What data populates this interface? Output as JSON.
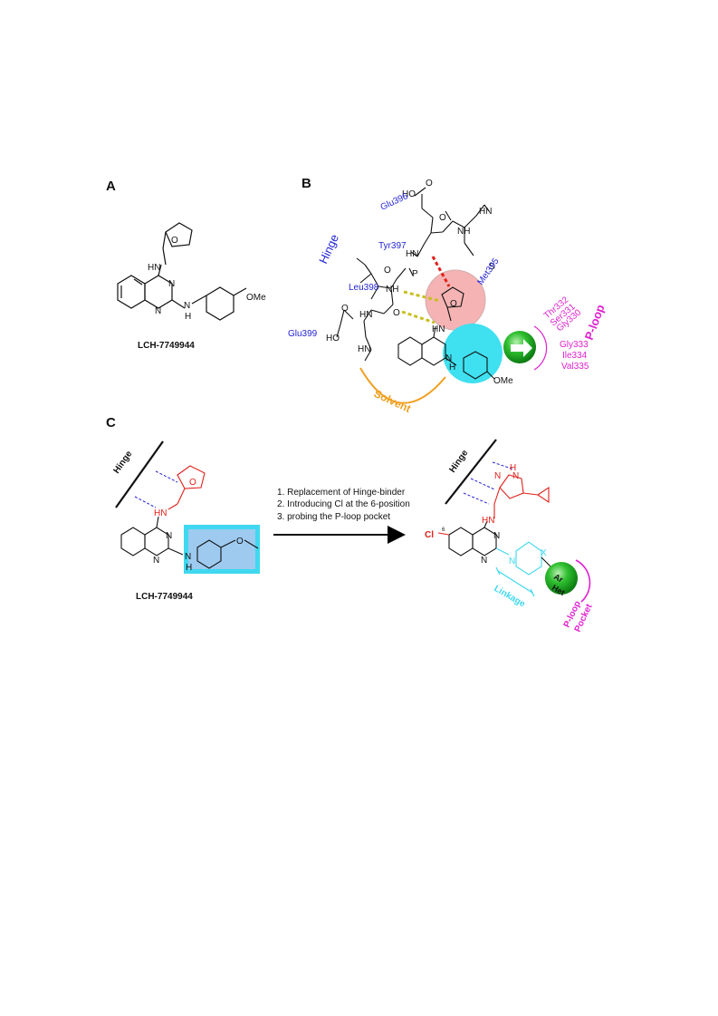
{
  "panels": {
    "a": "A",
    "b": "B",
    "c": "C"
  },
  "compound": {
    "name_a": "LCH-7749944",
    "name_c": "LCH-7749944"
  },
  "atoms": {
    "o": "O",
    "hn": "HN",
    "n": "N",
    "h": "H",
    "nh": "NH",
    "ome": "OMe",
    "hoo": "HO",
    "s": "S",
    "p": "P",
    "cl": "Cl",
    "six": "6",
    "x": "X",
    "ar": "Ar",
    "het": "Het"
  },
  "residues": {
    "glu396": "Glu396",
    "met395": "Met395",
    "tyr397": "Tyr397",
    "leu398": "Leu398",
    "glu399": "Glu399",
    "thr332": "Thr332",
    "ser331": "Ser331",
    "gly330": "Gly330",
    "gly333": "Gly333",
    "ile334": "Ile334",
    "val335": "Val335"
  },
  "regions": {
    "hinge": "Hinge",
    "ploop": "P-loop",
    "solvent": "Solvent",
    "linkage": "Linkage",
    "ploop_pocket_1": "P-loop",
    "ploop_pocket_2": "Pocket"
  },
  "steps": [
    "1. Replacement of Hinge-binder",
    "2. Introducing Cl at the 6-position",
    "3. probing the P-loop pocket"
  ],
  "colors": {
    "red": "#e0201a",
    "blue": "#1f1fd6",
    "magenta": "#e020d0",
    "cyan": "#3fdcef",
    "orange": "#f0a020",
    "green": "#2ab52a",
    "pink": "#f2a0a0"
  }
}
